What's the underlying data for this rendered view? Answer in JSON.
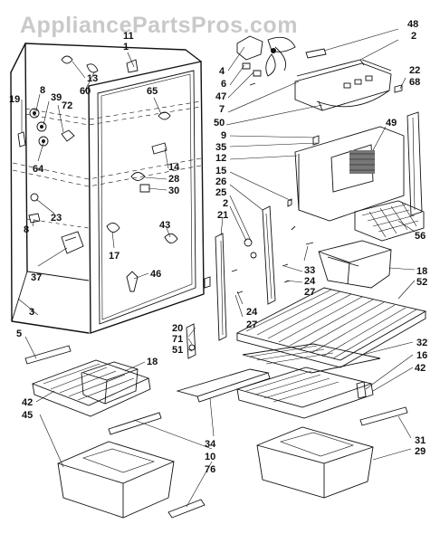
{
  "watermark": "AppliancePartsPros.com",
  "labels": {
    "l1": "1",
    "l11": "11",
    "l13": "13",
    "l60": "60",
    "l8a": "8",
    "l39": "39",
    "l19": "19",
    "l72": "72",
    "l64": "64",
    "l65": "65",
    "l23": "23",
    "l8b": "8",
    "l37": "37",
    "l14": "14",
    "l28": "28",
    "l30": "30",
    "l43": "43",
    "l17": "17",
    "l46": "46",
    "l48": "48",
    "l2a": "2",
    "l4": "4",
    "l6": "6",
    "l47": "47",
    "l7": "7",
    "l50": "50",
    "l22": "22",
    "l68": "68",
    "l9": "9",
    "l35": "35",
    "l49": "49",
    "l12": "12",
    "l15": "15",
    "l26": "26",
    "l25": "25",
    "l2b": "2",
    "l21": "21",
    "l33": "33",
    "l24a": "24",
    "l27a": "27",
    "l56": "56",
    "l18a": "18",
    "l52": "52",
    "l24b": "24",
    "l27b": "27",
    "l20": "20",
    "l71": "71",
    "l51": "51",
    "l3": "3",
    "l5": "5",
    "l18b": "18",
    "l32": "32",
    "l16": "16",
    "l42a": "42",
    "l42b": "42",
    "l45": "45",
    "l34": "34",
    "l10": "10",
    "l76": "76",
    "l31": "31",
    "l29": "29"
  }
}
